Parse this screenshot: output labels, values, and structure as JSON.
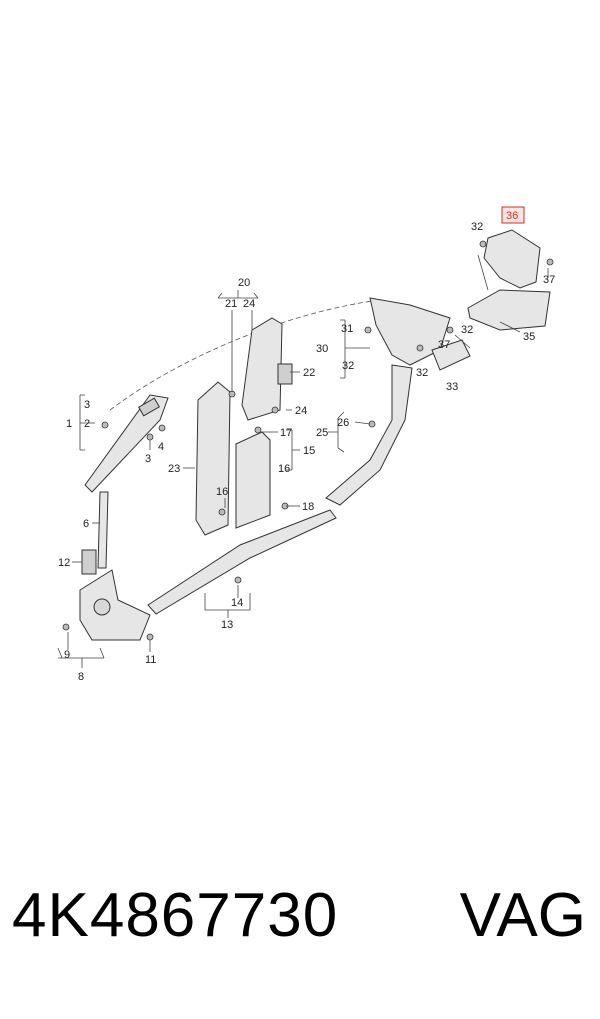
{
  "diagram": {
    "callouts": {
      "c1": "1",
      "c2": "2",
      "c3a": "3",
      "c3b": "3",
      "c4": "4",
      "c6": "6",
      "c8": "8",
      "c9": "9",
      "c11": "11",
      "c12": "12",
      "c13": "13",
      "c14": "14",
      "c15": "15",
      "c16a": "16",
      "c16b": "16",
      "c17": "17",
      "c18": "18",
      "c20": "20",
      "c21": "21",
      "c22": "22",
      "c23": "23",
      "c24a": "24",
      "c24b": "24",
      "c25": "25",
      "c26": "26",
      "c30": "30",
      "c31": "31",
      "c32a": "32",
      "c32b": "32",
      "c32c": "32",
      "c32d": "32",
      "c33": "33",
      "c35": "35",
      "c36": "36",
      "c37a": "37",
      "c37b": "37"
    },
    "highlight_color": "#c0392b"
  },
  "footer": {
    "part_number": "4K4867730",
    "brand": "VAG"
  }
}
